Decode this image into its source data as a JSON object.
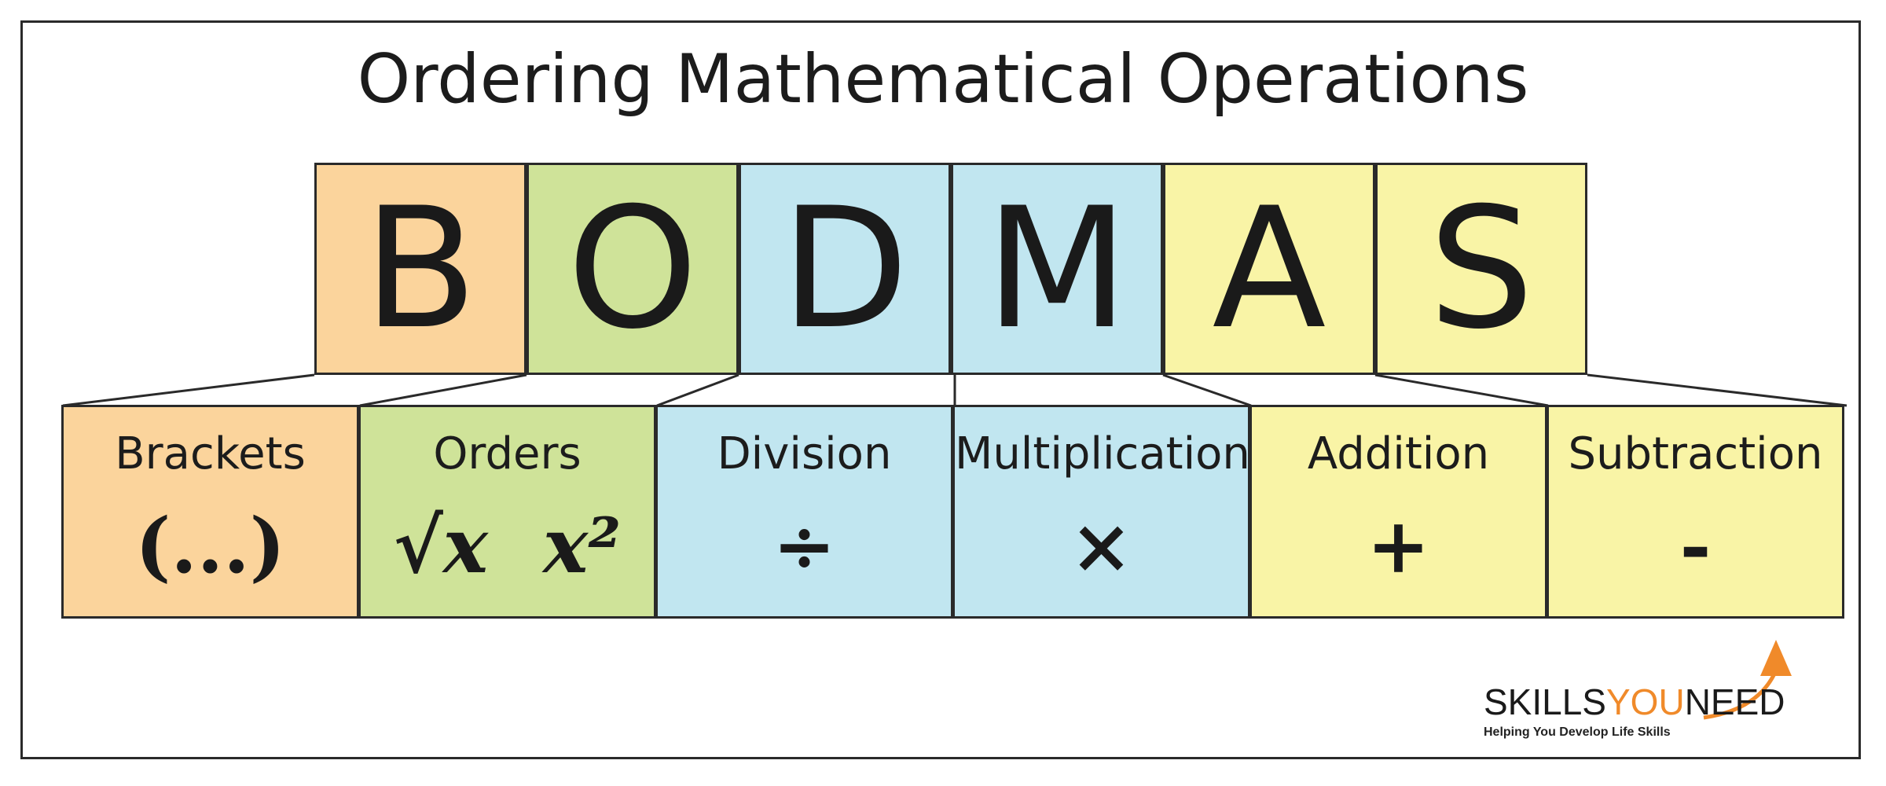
{
  "title": "Ordering Mathematical Operations",
  "colors": {
    "brackets": "#fbd49c",
    "orders": "#cfe399",
    "division_multiplication": "#c1e6f0",
    "addition_subtraction": "#f9f4a6",
    "logo_accent": "#f08a2a",
    "outline": "#2a2a2a"
  },
  "acronym": [
    {
      "letter": "B",
      "color": "#fbd49c"
    },
    {
      "letter": "O",
      "color": "#cfe399"
    },
    {
      "letter": "D",
      "color": "#c1e6f0"
    },
    {
      "letter": "M",
      "color": "#c1e6f0"
    },
    {
      "letter": "A",
      "color": "#f9f4a6"
    },
    {
      "letter": "S",
      "color": "#f9f4a6"
    }
  ],
  "operations": [
    {
      "label": "Brackets",
      "symbol": "(...)",
      "color": "#fbd49c"
    },
    {
      "label": "Orders",
      "symbol_root": "√x",
      "symbol_power": "x²",
      "color": "#cfe399"
    },
    {
      "label": "Division",
      "symbol": "÷",
      "color": "#c1e6f0"
    },
    {
      "label": "Multiplication",
      "symbol": "×",
      "color": "#c1e6f0"
    },
    {
      "label": "Addition",
      "symbol": "+",
      "color": "#f9f4a6"
    },
    {
      "label": "Subtraction",
      "symbol": "-",
      "color": "#f9f4a6"
    }
  ],
  "logo": {
    "part1": "SKILLS",
    "part2": "YOU",
    "part3": "NEED",
    "tagline": "Helping You Develop Life Skills",
    "icon": "arrow-up-icon"
  }
}
